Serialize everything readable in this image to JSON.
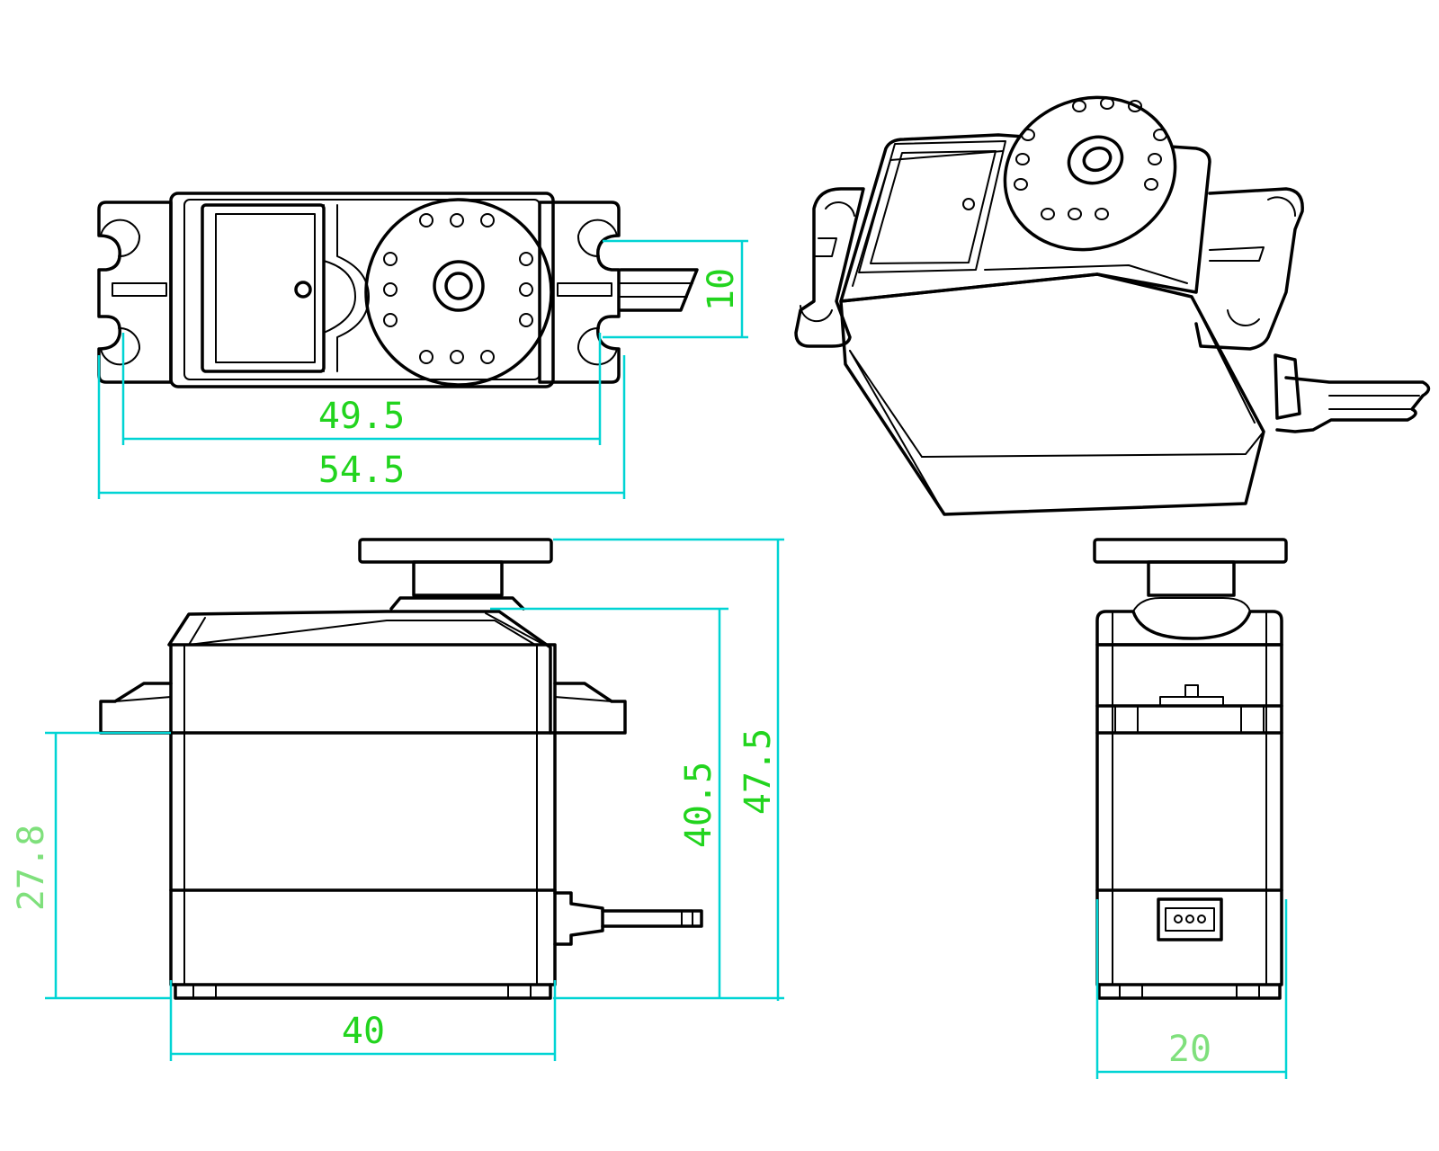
{
  "colors": {
    "dimension_line": "#00d4d4",
    "dimension_text": "#22d41e",
    "dimension_text_light": "#7fe07c",
    "outline": "#000000",
    "background": "#ffffff"
  },
  "dimensions": {
    "top_inner_width": "49.5",
    "top_outer_width": "54.5",
    "mount_slot": "10",
    "body_width": "40",
    "body_height": "40.5",
    "total_height": "47.5",
    "mount_height": "27.8",
    "side_width": "20"
  }
}
